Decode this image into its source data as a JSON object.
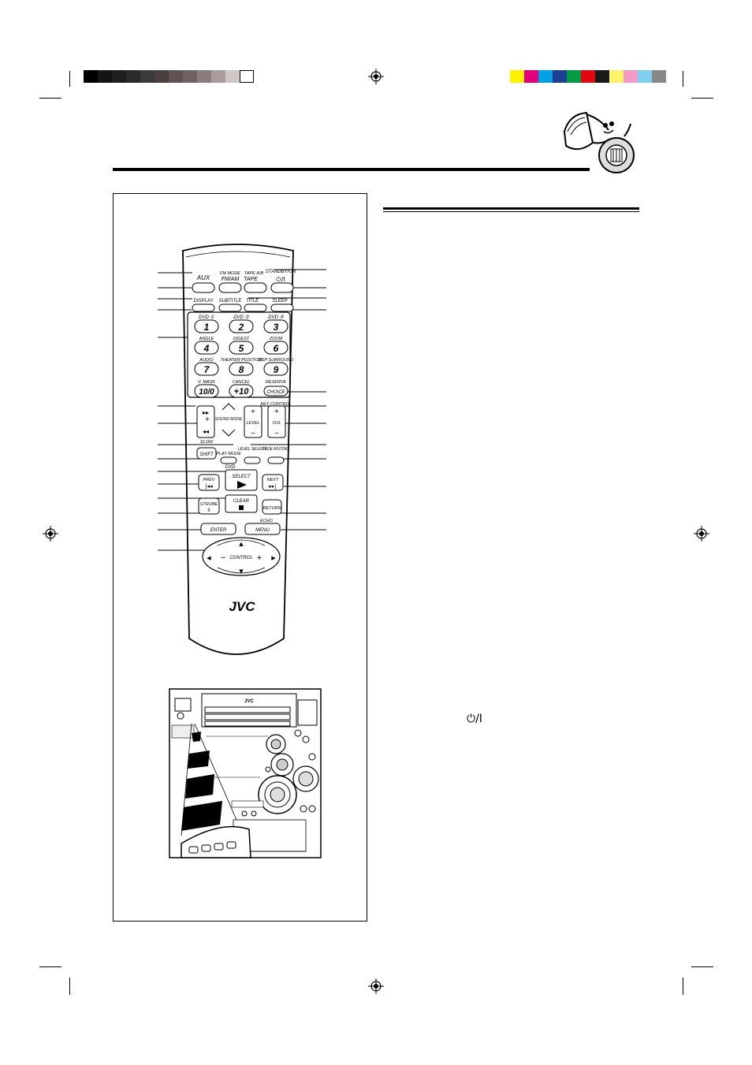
{
  "colors": {
    "grey_bar": [
      "#000000",
      "#141414",
      "#1e1e1e",
      "#2a2a2a",
      "#3a3a3a",
      "#4a3f3f",
      "#5e5252",
      "#6e6262",
      "#8a7c7c",
      "#a89c9c",
      "#cfc6c6",
      "#ffffff"
    ],
    "color_bar": [
      "#fff200",
      "#e2007a",
      "#00a0e3",
      "#1d3f96",
      "#009a44",
      "#e30613",
      "#1a1a1a",
      "#fff36b",
      "#f39ac5",
      "#7fd0f0",
      "#888888"
    ]
  },
  "icons": {
    "decoration": "horn-mascot-icon",
    "power": "standby-power-icon",
    "registration": "crosshair-registration-icon"
  },
  "remote": {
    "brand": "JVC",
    "buttons": {
      "aux": "AUX",
      "fm_mode": "FM MODE",
      "fm_am": "FM/AM",
      "tape_ab": "TAPE A/B",
      "tape": "TAPE",
      "standby_on": "STANDBY/ON",
      "power_symbol": "⏻/I",
      "display": "DISPLAY",
      "subtitle": "SUBTITLE",
      "title": "TITLE",
      "sleep": "SLEEP",
      "dvd1": "DVD ①",
      "dvd2": "DVD ②",
      "dvd3": "DVD ③",
      "n1": "1",
      "n2": "2",
      "n3": "3",
      "angle": "ANGLE",
      "digest": "DIGEST",
      "zoom": "ZOOM",
      "n4": "4",
      "n5": "5",
      "n6": "6",
      "audio": "AUDIO",
      "theater_position": "THEATER POSITION",
      "dsp_surround": "DSP SURROUND",
      "n7": "7",
      "n8": "8",
      "n9": "9",
      "v_mask": "V. MASK",
      "cancel": "CANCEL",
      "reserve": "RESERVE",
      "n10": "10/0",
      "plus10": "+10",
      "choice": "CHOICE",
      "key_control": "KEY CONTROL",
      "sound_mode": "SOUND MODE",
      "level": "LEVEL",
      "vol": "VOL",
      "slow": "SLOW",
      "shift": "SHIFT",
      "play_mode": "PLAY MODE",
      "level_select": "LEVEL SELECT",
      "fade_muting": "FADE MUTING",
      "dvd": "DVD",
      "select": "SELECT",
      "prev": "PREV",
      "next": "NEXT",
      "clear": "CLEAR",
      "strobe": "STROBE",
      "return": "RETURN",
      "echo": "ECHO",
      "enter": "ENTER",
      "menu": "MENU",
      "control": "CONTROL"
    }
  },
  "unit": {
    "brand": "JVC"
  },
  "power_symbol": "⏻/I"
}
